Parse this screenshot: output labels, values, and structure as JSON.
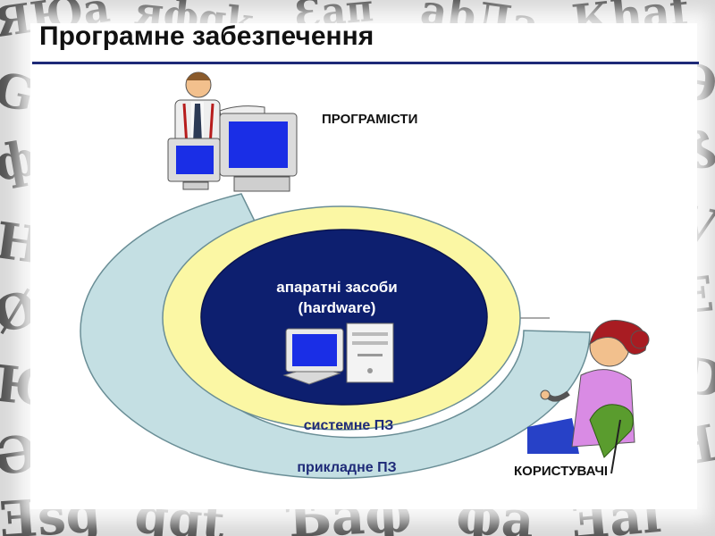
{
  "slide": {
    "title": "Програмне забезпечення"
  },
  "diagram": {
    "hardware_line1": "апаратні засоби",
    "hardware_line2": "(hardware)",
    "system_software": "системне ПЗ",
    "application_software": "прикладне ПЗ",
    "programmers": "ПРОГРАМІСТИ",
    "users": "КОРИСТУВАЧІ"
  },
  "colors": {
    "title_rule": "#1e2a78",
    "hardware_fill": "#0d1f6f",
    "system_ring": "#fbf7a4",
    "application_ring": "#c4dfe3"
  },
  "icons": [
    "programmer-at-computers-icon",
    "desktop-computer-icon",
    "user-at-desk-icon"
  ]
}
